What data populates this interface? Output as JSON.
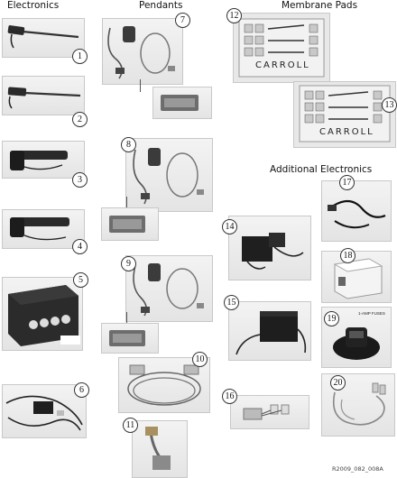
{
  "headers": {
    "electronics": "Electronics",
    "pendants": "Pendants",
    "membrane_pads": "Membrane Pads",
    "additional_electronics": "Additional Electronics"
  },
  "callouts": [
    "1",
    "2",
    "3",
    "4",
    "5",
    "6",
    "7",
    "8",
    "9",
    "10",
    "11",
    "12",
    "13",
    "14",
    "15",
    "16",
    "17",
    "18",
    "19",
    "20"
  ],
  "pad_brand": "CARROLL",
  "ups_label": "1-AMP FUSES",
  "figure_code": "R2009_082_008A"
}
